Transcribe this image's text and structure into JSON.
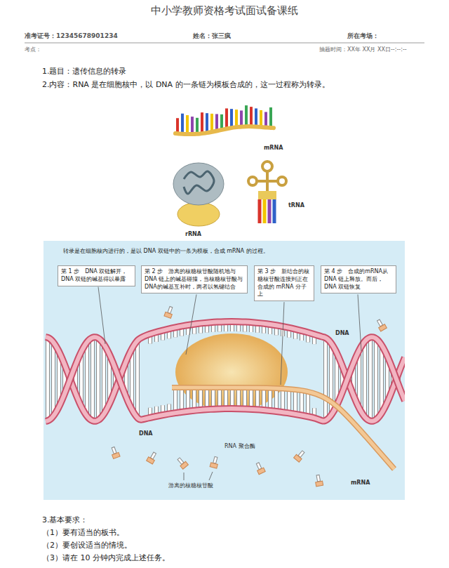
{
  "diagram": {
    "title": "中小学教师资格考试面试备课纸",
    "nodes": [
      {
        "text": [
          "转录是在细胞核内进行的，是以 DNA 双链中的一条为模板，合成 mRNA 的过程。"
        ]
      },
      {
        "text": [
          "第 1 步　DNA 双链解开，DNA 双链的碱基得以暴露"
        ],
        "in": 0
      },
      {
        "text": [
          "第 2 步　游离的核糖核苷酸随机地与 DNA 链上的碱基碰撞，当核糖核苷酸与DNA的碱基互补时，两者以氢键结合"
        ],
        "in": 0
      },
      {
        "text": [
          "第 3 步　新结合的核糖核苷酸连接到正在合成的 mRNA 分子上"
        ],
        "in": 0
      },
      {
        "text": [
          "第 4 步　合成的mRNA从 DNA 链上释放。而后，DNA 双链恢复"
        ],
        "in": 0
      }
    ],
    "labels": [
      "准考证号：12345678901234",
      "姓名：张三疯",
      "所在考场：",
      "考点：",
      "抽题时间：XX年 XX月 XX日--:--:--",
      "1.题目：遗传信息的转录",
      "2.内容：RNA 是在细胞核中，以 DNA 的一条链为模板合成的，这一过程称为转录。",
      "mRNA",
      "rRNA",
      "tRNA",
      "DNA",
      "DNA",
      "RNA 聚合酶",
      "游离的核糖核苷酸",
      "mRNA",
      "3.基本要求：",
      "（1）要有适当的板书。",
      "（2）要创设适当的情境。",
      "（3）请在 10 分钟内完成上述任务。"
    ]
  }
}
